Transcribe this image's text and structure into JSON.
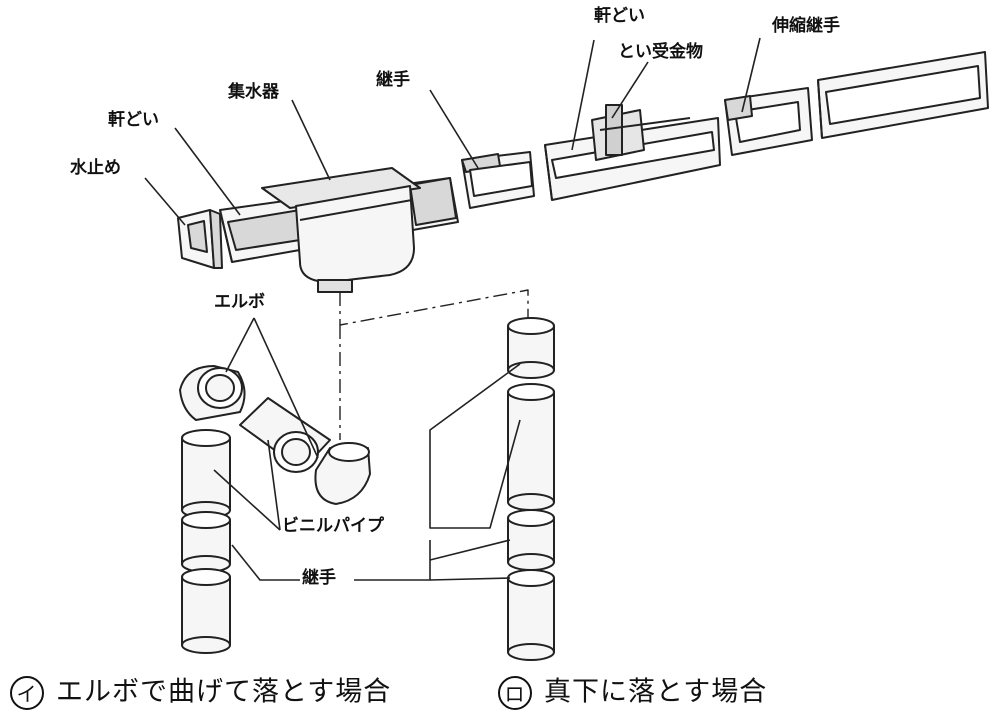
{
  "labels": {
    "mizudome": "水止め",
    "nokidoi_left": "軒どい",
    "shusuiki": "集水器",
    "tsugite_top": "継手",
    "nokidoi_right": "軒どい",
    "toi_ukekanamono": "とい受金物",
    "shinshuku_tsugite": "伸縮継手",
    "elbow": "エルボ",
    "vinyl_pipe": "ビニルパイプ",
    "tsugite_bottom": "継手"
  },
  "captions": {
    "left_marker": "イ",
    "left_text": "エルボで曲げて落とす場合",
    "right_marker": "ロ",
    "right_text": "真下に落とす場合"
  },
  "colors": {
    "line": "#222222",
    "fill": "#f6f6f6",
    "shade": "#d8d8d8"
  }
}
